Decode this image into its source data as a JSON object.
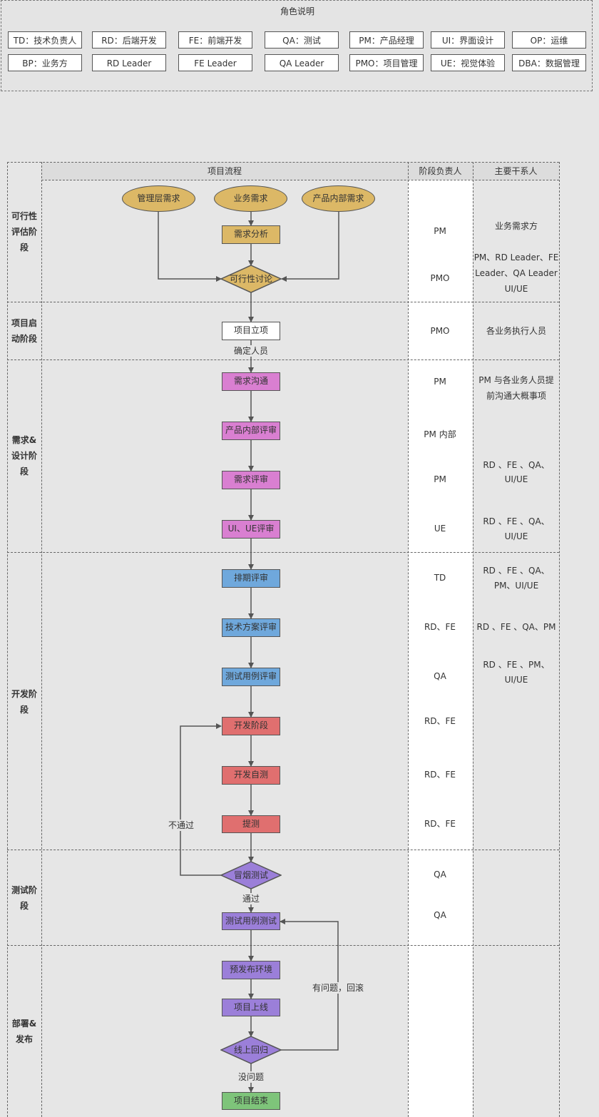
{
  "legend": {
    "title": "角色说明",
    "roles_row1": [
      "TD：技术负责人",
      "RD：后端开发",
      "FE：前端开发",
      "QA：测试",
      "PM：产品经理",
      "UI：界面设计",
      "OP：运维"
    ],
    "roles_row2": [
      "BP：业务方",
      "RD Leader",
      "FE Leader",
      "QA Leader",
      "PMO：项目管理",
      "UE：视觉体验",
      "DBA：数据管理"
    ]
  },
  "headers": {
    "flow": "项目流程",
    "owner": "阶段负责人",
    "stakeholder": "主要干系人"
  },
  "stages": [
    "可行性评估阶段",
    "项目启动阶段",
    "需求&设计阶段",
    "开发阶段",
    "测试阶段",
    "部署&发布"
  ],
  "nodes": {
    "mgmt_req": "管理层需求",
    "biz_req": "业务需求",
    "product_req": "产品内部需求",
    "req_analysis": "需求分析",
    "feasibility": "可行性讨论",
    "project_init": "项目立项",
    "req_comm": "需求沟通",
    "product_review": "产品内部评审",
    "req_review": "需求评审",
    "ui_review": "UI、UE评审",
    "schedule_review": "排期评审",
    "tech_review": "技术方案评审",
    "testcase_review": "测试用例评审",
    "dev": "开发阶段",
    "self_test": "开发自测",
    "submit_test": "提测",
    "smoke_test": "冒烟测试",
    "testcase_test": "测试用例测试",
    "pre_release": "预发布环境",
    "go_live": "项目上线",
    "online_regression": "线上回归",
    "project_end": "项目结束"
  },
  "edge_labels": {
    "confirm": "确定人员",
    "fail": "不通过",
    "pass": "通过",
    "rollback": "有问题，回滚",
    "no_issue": "没问题"
  },
  "owners": {
    "req_analysis": "PM",
    "feasibility": "PMO",
    "project_init": "PMO",
    "req_comm": "PM",
    "product_review": "PM 内部",
    "req_review": "PM",
    "ui_review": "UE",
    "schedule_review": "TD",
    "tech_review": "RD、FE",
    "testcase_review": "QA",
    "dev": "RD、FE",
    "self_test": "RD、FE",
    "submit_test": "RD、FE",
    "smoke_test": "QA",
    "testcase_test": "QA"
  },
  "stakeholders": {
    "req_analysis": "业务需求方",
    "feasibility_1": "PM、RD Leader、FE",
    "feasibility_2": "Leader、QA Leader",
    "feasibility_3": "UI/UE",
    "project_init": "各业务执行人员",
    "req_comm_1": "PM 与各业务人员提",
    "req_comm_2": "前沟通大概事项",
    "req_review_1": "RD 、FE 、QA、",
    "req_review_2": "UI/UE",
    "ui_review_1": "RD 、FE 、QA、",
    "ui_review_2": "UI/UE",
    "schedule_review_1": "RD 、FE 、QA、",
    "schedule_review_2": "PM、UI/UE",
    "tech_review": "RD 、FE 、QA、PM",
    "testcase_review_1": "RD 、FE 、PM、",
    "testcase_review_2": "UI/UE"
  },
  "colors": {
    "oval": "#dcb866",
    "stage1": "#dcb866",
    "init": "#ffffff",
    "design": "#d97fd1",
    "plan": "#6fa8dc",
    "dev": "#e06f6f",
    "test": "#9b7fd9",
    "end": "#7ec47a"
  }
}
